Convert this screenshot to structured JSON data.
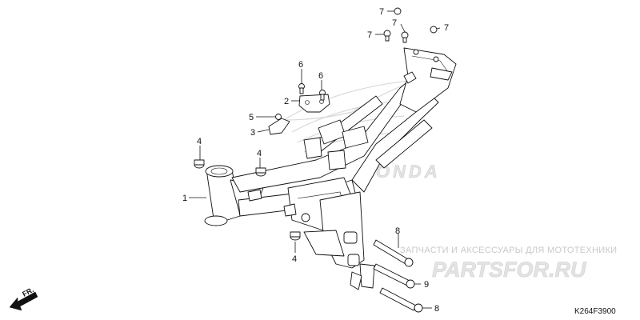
{
  "diagram": {
    "code": "K264F3900",
    "direction_label": "FR.",
    "watermark": {
      "caption": "ЗАПЧАСТИ И АКСЕССУАРЫ ДЛЯ МОТОТЕХНИКИ",
      "logo": "PARTSFOR.RU",
      "brand_mark": "HONDA"
    },
    "callouts": [
      {
        "id": "c1",
        "label": "1"
      },
      {
        "id": "c2",
        "label": "2"
      },
      {
        "id": "c3",
        "label": "3"
      },
      {
        "id": "c4a",
        "label": "4"
      },
      {
        "id": "c4b",
        "label": "4"
      },
      {
        "id": "c4c",
        "label": "4"
      },
      {
        "id": "c5",
        "label": "5"
      },
      {
        "id": "c6a",
        "label": "6"
      },
      {
        "id": "c6b",
        "label": "6"
      },
      {
        "id": "c7a",
        "label": "7"
      },
      {
        "id": "c7b",
        "label": "7"
      },
      {
        "id": "c7c",
        "label": "7"
      },
      {
        "id": "c7d",
        "label": "7"
      },
      {
        "id": "c8a",
        "label": "8"
      },
      {
        "id": "c8b",
        "label": "8"
      },
      {
        "id": "c9",
        "label": "9"
      }
    ],
    "colors": {
      "line": "#111111",
      "watermark": "#c9c9c9",
      "logo": "#d8d8d8"
    }
  }
}
